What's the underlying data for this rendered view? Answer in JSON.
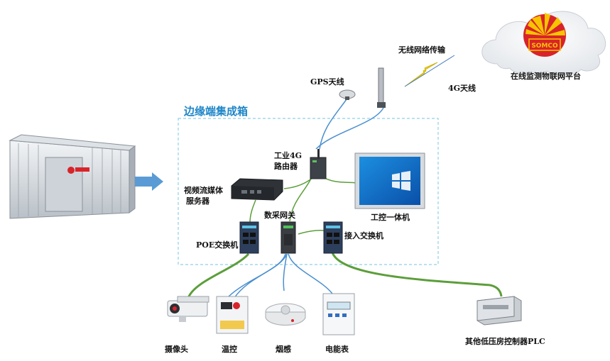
{
  "cloud": {
    "platform_label": "在线监测物联网平台"
  },
  "wireless": {
    "label": "无线网络传输"
  },
  "antennas": {
    "gps_label": "GPS天线",
    "lte_label": "4G天线"
  },
  "edge_box": {
    "title": "边缘端集成箱"
  },
  "devices": {
    "router_label": "工业4G\n路由器",
    "router_line1": "工业4G",
    "router_line2": "路由器",
    "media_server_line1": "视频流媒体",
    "media_server_line2": "服务器",
    "panel_pc_label": "工控一体机",
    "gateway_label": "数采网关",
    "poe_switch_label": "POE交换机",
    "access_switch_label": "接入交换机"
  },
  "field_devices": {
    "camera_label": "摄像头",
    "thermo_label": "温控",
    "smoke_label": "烟感",
    "meter_label": "电能表",
    "plc_label": "其他低压房控制器PLC"
  },
  "colors": {
    "box_border": "#8fd0e8",
    "title": "#1f86c8",
    "green_link": "#5c9e3a",
    "blue_link": "#4a8fd0",
    "arrow": "#5b9bd5",
    "logo_red": "#d8232a",
    "logo_yellow": "#f7c400"
  }
}
